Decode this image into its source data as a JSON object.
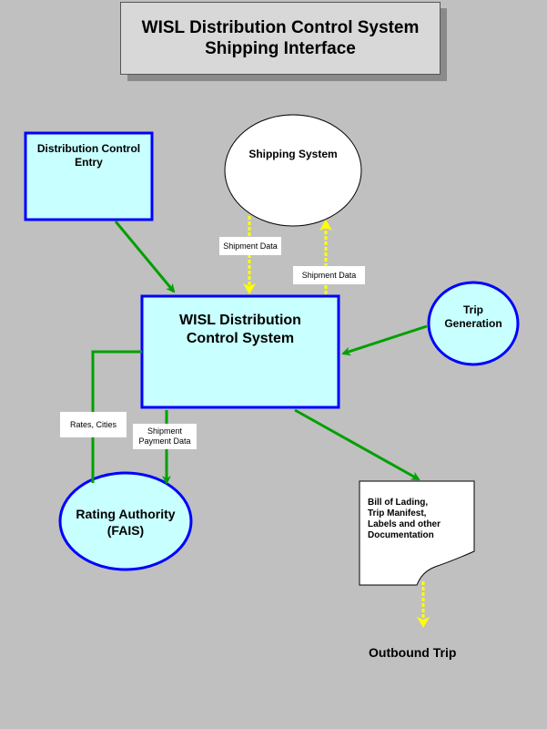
{
  "title": {
    "line1": "WISL Distribution Control System",
    "line2": "Shipping Interface"
  },
  "nodes": {
    "distribution_control_entry": {
      "line1": "Distribution Control",
      "line2": "Entry"
    },
    "shipping_system": {
      "label": "Shipping System"
    },
    "wisl_system": {
      "line1": "WISL Distribution",
      "line2": "Control System"
    },
    "trip_generation": {
      "line1": "Trip",
      "line2": "Generation"
    },
    "rating_authority": {
      "line1": "Rating Authority",
      "line2": "(FAIS)"
    },
    "documentation": {
      "line1": "Bill of Lading,",
      "line2": "Trip Manifest,",
      "line3": "Labels and other",
      "line4": "Documentation"
    },
    "outbound_trip": {
      "label": "Outbound Trip"
    }
  },
  "edge_labels": {
    "shipment_data_down": "Shipment Data",
    "shipment_data_up": "Shipment Data",
    "rates_cities": "Rates, Cities",
    "shipment_payment_line1": "Shipment",
    "shipment_payment_line2": "Payment Data"
  },
  "colors": {
    "background": "#c0c0c0",
    "node_fill": "#c8ffff",
    "node_border": "#0000ff",
    "green_arrow": "#00a000",
    "yellow_arrow": "#ffff00",
    "label_bg": "#ffffff"
  }
}
